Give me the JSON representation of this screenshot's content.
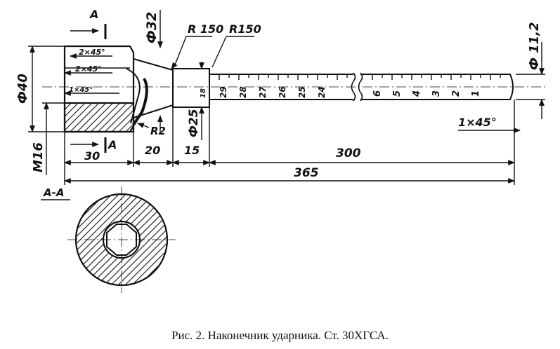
{
  "drawing": {
    "section_mark": "A",
    "section_title": "A-A",
    "dims": {
      "d32": "Ф32",
      "r150_left": "R 150",
      "r150_right": "R150",
      "d11_2": "Ф 11,2",
      "d40": "Ф40",
      "ch_2x45_top": "2×45°",
      "ch_2x45_mid": "2×45°",
      "ch_1x45_left": "1×45°",
      "ch_1x45_right": "1×45°",
      "r2": "R2",
      "d25": "Ф25",
      "m16": "M16",
      "len_30": "30",
      "len_20": "20",
      "len_15": "15",
      "len_300": "300",
      "len_365": "365",
      "small_18": "18"
    },
    "scale_left": [
      "29",
      "28",
      "27",
      "26",
      "25",
      "24"
    ],
    "scale_right": [
      "6",
      "5",
      "4",
      "3",
      "2",
      "1"
    ]
  },
  "caption": "Рис. 2. Наконечник ударника. Ст. 30ХГСА."
}
